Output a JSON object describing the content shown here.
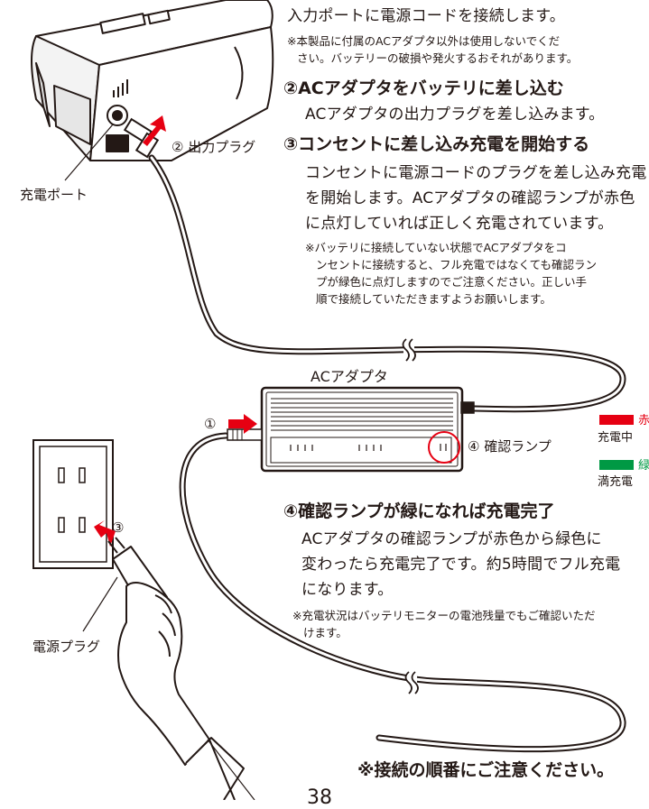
{
  "step1_text": "入力ポートに電源コードを接続します。",
  "step1_note": [
    "※本製品に付属のACアダプタ以外は使用しないでくだ",
    "さい。バッテリーの破損や発火するおそれがあります。"
  ],
  "step2_heading": "②ACアダプタをバッテリに差し込む",
  "step2_text": "ACアダプタの出力プラグを差し込みます。",
  "step3_heading": "③コンセントに差し込み充電を開始する",
  "step3_text": [
    "コンセントに電源コードのプラグを差し込み充電",
    "を開始します。ACアダプタの確認ランプが赤色",
    "に点灯していれば正しく充電されています。"
  ],
  "step3_note": [
    "※バッテリに接続していない状態でACアダプタをコ",
    "ンセントに接続すると、フル充電ではなくても確認ラン",
    "プが緑色に点灯しますのでご注意ください。正しい手",
    "順で接続していただきますようお願いします。"
  ],
  "step4_heading": "④確認ランプが緑になれば充電完了",
  "step4_text": [
    "ACアダプタの確認ランプが赤色から緑色に",
    "変わったら充電完了です。約5時間でフル充電",
    "になります。"
  ],
  "step4_note": [
    "※充電状況はバッテリモニターの電池残量でもご確認いただ",
    "けます。"
  ],
  "labels": {
    "charge_port": "充電ポート",
    "output_plug": "② 出力プラグ",
    "ac_adapter": "ACアダプタ",
    "lamp": "④ 確認ランプ",
    "power_plug": "電源プラグ",
    "marker_1": "①",
    "marker_3": "③"
  },
  "legend": {
    "red_char": "赤",
    "charging": "充電中",
    "green_char": "緑",
    "full": "満充電"
  },
  "footer_note": "※接続の順番にご注意ください。",
  "page_number": "38",
  "colors": {
    "red": "#e60012",
    "green": "#009944",
    "ink": "#231815"
  }
}
